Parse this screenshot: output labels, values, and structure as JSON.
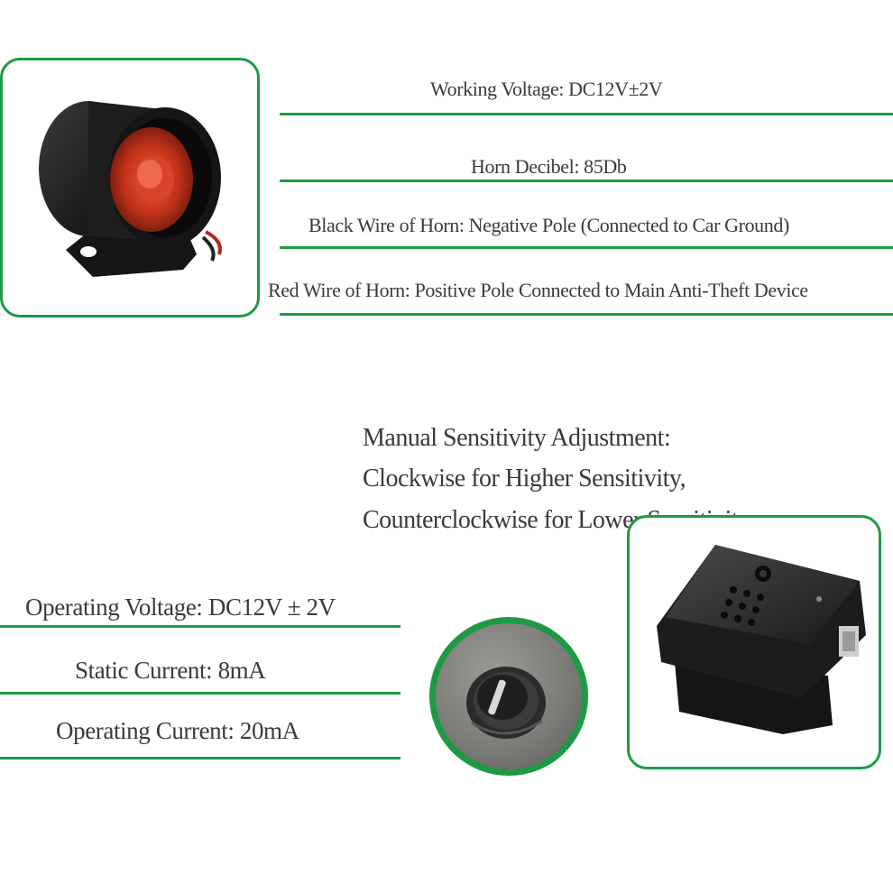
{
  "horn_specs": [
    "Working Voltage: DC12V±2V",
    "Horn Decibel: 85Db",
    "Black Wire of Horn: Negative Pole (Connected to Car Ground)",
    "Red Wire of Horn: Positive Pole Connected to  Main  Anti-Theft Device"
  ],
  "sensitivity_note": [
    "Manual Sensitivity Adjustment:",
    "Clockwise for Higher Sensitivity,",
    "Counterclockwise for Lower Sensitivity"
  ],
  "sensor_specs": [
    "Operating Voltage: DC12V ± 2V",
    "Static Current: 8mA",
    "Operating Current: 20mA"
  ],
  "colors": {
    "accent_green": "#1e9a45",
    "horn_red": "#d8442a",
    "device_black": "#1c1c1c"
  },
  "icons": [
    "alarm-horn-icon",
    "sensitivity-knob-icon",
    "shock-sensor-icon"
  ]
}
